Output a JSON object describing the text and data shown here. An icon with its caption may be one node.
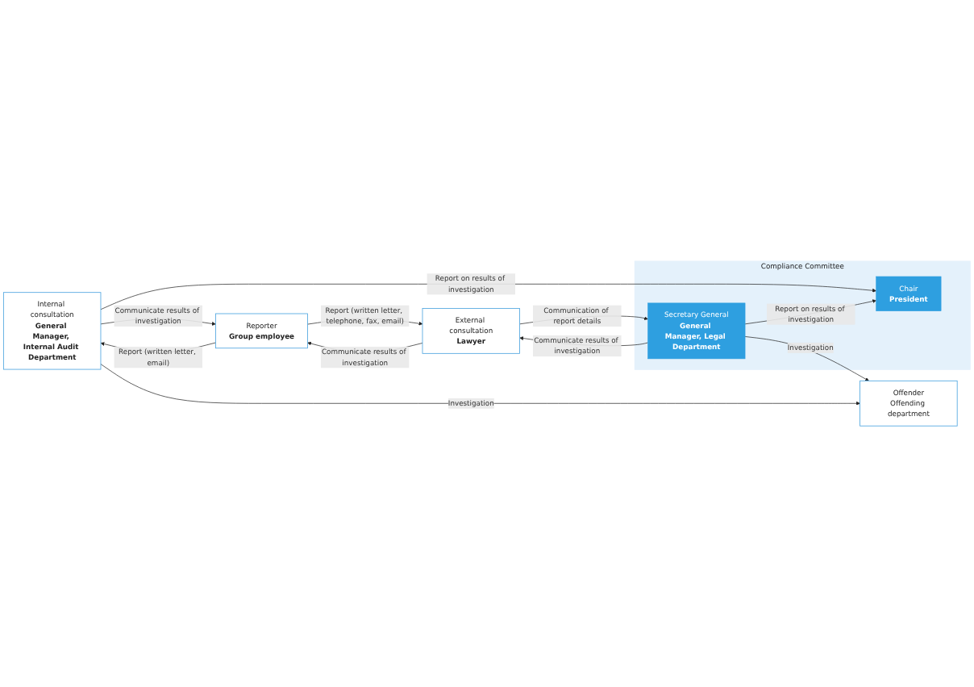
{
  "diagram": {
    "nodes": [
      {
        "text": [
          "Internal consultation",
          "General Manager, Internal Audit Department"
        ]
      },
      {
        "text": [
          "Reporter",
          "Group employee"
        ]
      },
      {
        "text": [
          "External consultation",
          "Lawyer"
        ]
      },
      {
        "text": [
          "Offender",
          "Offending department"
        ]
      },
      {
        "text": [
          "Compliance Committee"
        ]
      },
      {
        "text": [
          "Chair",
          "President"
        ],
        "in": 4
      },
      {
        "text": [
          "Secretary General",
          "General Manager, Legal Department"
        ],
        "in": 4
      }
    ],
    "edges": [
      {
        "from": 0,
        "to": 1,
        "arrow": "to",
        "label": "Communicate results of investigation"
      },
      {
        "from": 1,
        "to": 0,
        "arrow": "to",
        "label": "Report (written letter, email)"
      },
      {
        "from": 0,
        "to": 5,
        "arrow": "to",
        "label": "Report on results of investigation"
      },
      {
        "from": 0,
        "to": 3,
        "arrow": "to",
        "label": "Investigation"
      },
      {
        "from": 6,
        "to": 5,
        "arrow": "to",
        "label": "Report on results of investigation"
      },
      {
        "from": 6,
        "to": 3,
        "arrow": "to",
        "label": "Investigation"
      },
      {
        "from": 1,
        "to": 2,
        "arrow": "to",
        "label": "Report (written letter, telephone, fax, email)"
      },
      {
        "from": 2,
        "to": 1,
        "arrow": "to",
        "label": "Communicate results of investigation"
      },
      {
        "from": 2,
        "to": 6,
        "arrow": "to",
        "label": "Communication of report details"
      },
      {
        "from": 6,
        "to": 2,
        "arrow": "to",
        "label": "Communicate results of investigation"
      }
    ]
  }
}
